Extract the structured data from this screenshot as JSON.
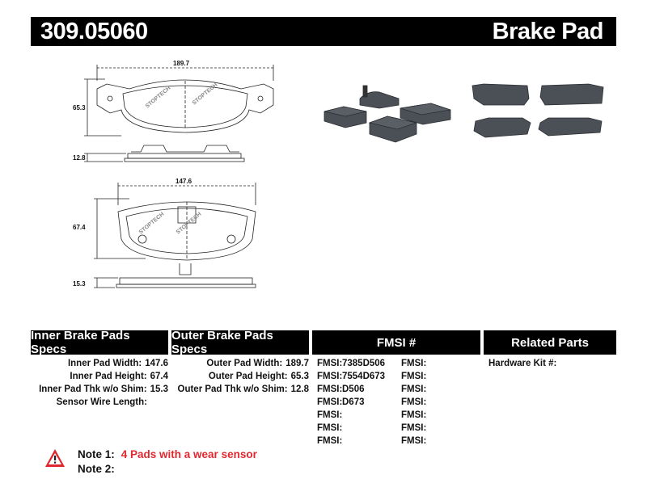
{
  "header": {
    "part_number": "309.05060",
    "product_type": "Brake Pad"
  },
  "drawing": {
    "outer_width": "189.7",
    "outer_height": "65.3",
    "outer_thk": "12.8",
    "inner_width": "147.6",
    "inner_height": "67.4",
    "inner_thk": "15.3",
    "brand_stamp": "STOPTECH"
  },
  "specs": {
    "inner": {
      "heading": "Inner Brake Pads Specs",
      "rows": [
        {
          "label": "Inner Pad Width:",
          "value": "147.6"
        },
        {
          "label": "Inner Pad Height:",
          "value": "67.4"
        },
        {
          "label": "Inner Pad Thk w/o Shim:",
          "value": "15.3"
        },
        {
          "label": "Sensor Wire Length:",
          "value": ""
        }
      ]
    },
    "outer": {
      "heading": "Outer Brake Pads Specs",
      "rows": [
        {
          "label": "Outer Pad Width:",
          "value": "189.7"
        },
        {
          "label": "Outer Pad Height:",
          "value": "65.3"
        },
        {
          "label": "Outer Pad Thk w/o Shim:",
          "value": "12.8"
        }
      ]
    },
    "fmsi": {
      "heading": "FMSI #",
      "left": [
        {
          "label": "FMSI:",
          "value": "7385D506"
        },
        {
          "label": "FMSI:",
          "value": "7554D673"
        },
        {
          "label": "FMSI:",
          "value": "D506"
        },
        {
          "label": "FMSI:",
          "value": "D673"
        },
        {
          "label": "FMSI:",
          "value": ""
        },
        {
          "label": "FMSI:",
          "value": ""
        },
        {
          "label": "FMSI:",
          "value": ""
        }
      ],
      "right": [
        {
          "label": "FMSI:",
          "value": ""
        },
        {
          "label": "FMSI:",
          "value": ""
        },
        {
          "label": "FMSI:",
          "value": ""
        },
        {
          "label": "FMSI:",
          "value": ""
        },
        {
          "label": "FMSI:",
          "value": ""
        },
        {
          "label": "FMSI:",
          "value": ""
        },
        {
          "label": "FMSI:",
          "value": ""
        }
      ]
    },
    "related": {
      "heading": "Related Parts",
      "rows": [
        {
          "label": "Hardware Kit #:",
          "value": ""
        }
      ]
    }
  },
  "notes": {
    "note1_label": "Note 1:",
    "note1_text": "4 Pads with a wear sensor",
    "note2_label": "Note 2:",
    "note2_text": ""
  },
  "colors": {
    "warning_red": "#e0282e",
    "header_black": "#000000",
    "pad_gray": "#4b5057"
  },
  "icons": {
    "warning": "warning-triangle-icon"
  }
}
